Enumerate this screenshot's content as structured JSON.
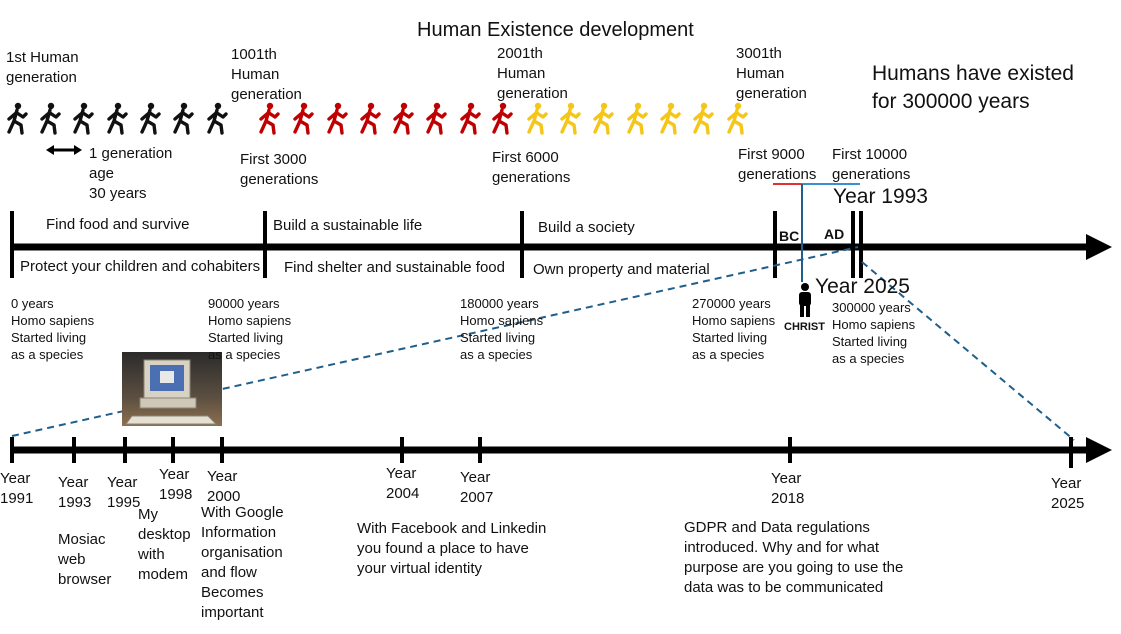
{
  "title": "Human Existence development",
  "headline": "Humans have existed\nfor 300000 years",
  "generation_labels": {
    "gen1": "1st Human\ngeneration",
    "gen1001": "1001th\nHuman\ngeneration",
    "gen2001": "2001th\nHuman\ngeneration",
    "gen3001": "3001th\nHuman\ngeneration"
  },
  "generation_age": "1 generation\nage\n30 years",
  "generation_counts": {
    "first3000": "First 3000\ngenerations",
    "first6000": "First 6000\ngenerations",
    "first9000": "First 9000\ngenerations",
    "first10000": "First 10000\ngenerations"
  },
  "eras": [
    {
      "top": "Find food and survive",
      "bottom": "Protect your children and cohabiters"
    },
    {
      "top": "Build a sustainable life",
      "bottom": "Find shelter and sustainable food"
    },
    {
      "top": "Build a society",
      "bottom": "Own property and material"
    }
  ],
  "bc_label": "BC",
  "ad_label": "AD",
  "year_1993_label": "Year 1993",
  "year_2025_label": "Year 2025",
  "christ_label": "CHRIST",
  "milestones": [
    "0 years\nHomo sapiens\nStarted living\nas a species",
    "90000 years\nHomo sapiens\nStarted living\nas a species",
    "180000 years\nHomo sapiens\nStarted living\nas a species",
    "270000 years\nHomo sapiens\nStarted living\nas a species",
    "300000 years\nHomo sapiens\nStarted living\nas a species"
  ],
  "years": [
    {
      "label": "Year\n1991"
    },
    {
      "label": "Year\n1993"
    },
    {
      "label": "Year\n1995"
    },
    {
      "label": "Year\n1998"
    },
    {
      "label": "Year\n2000"
    },
    {
      "label": "Year\n2004"
    },
    {
      "label": "Year\n2007"
    },
    {
      "label": "Year\n2018"
    },
    {
      "label": "Year\n2025"
    }
  ],
  "events": {
    "mosaic": "Mosiac\nweb\nbrowser",
    "desktop": "My\ndesktop\nwith\nmodem",
    "google": "With Google\nInformation\norganisation\nand flow\nBecomes\nimportant",
    "facebook": "With Facebook and Linkedin\nyou found a place to have\nyour virtual identity",
    "gdpr": "GDPR and Data regulations\nintroduced.  Why and for what\npurpose are you going to use the\ndata was to be  communicated"
  },
  "colors": {
    "black_walkers": "#111111",
    "red_walkers": "#c00000",
    "yellow_walkers": "#f5c518",
    "dashed_line": "#1f5f8b",
    "bc_marker": "#e03030",
    "ad_marker": "#3a8fd0"
  }
}
